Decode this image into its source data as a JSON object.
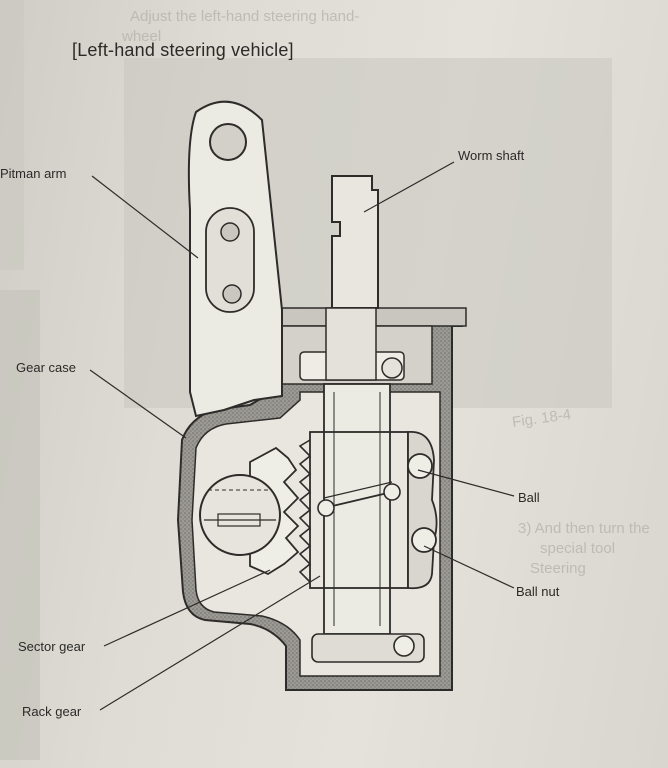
{
  "title": "[Left-hand steering vehicle]",
  "labels": {
    "pitman_arm": "Pitman arm",
    "worm_shaft": "Worm shaft",
    "gear_case": "Gear case",
    "ball": "Ball",
    "ball_nut": "Ball nut",
    "sector_gear": "Sector gear",
    "rack_gear": "Rack gear"
  },
  "bleed_text": {
    "top": "Adjust the left-hand steering hand-",
    "top2": "wheel",
    "fig": "Fig. 18-4",
    "step": "3) And then turn the",
    "line2": "special tool",
    "line3": "Steering"
  }
}
